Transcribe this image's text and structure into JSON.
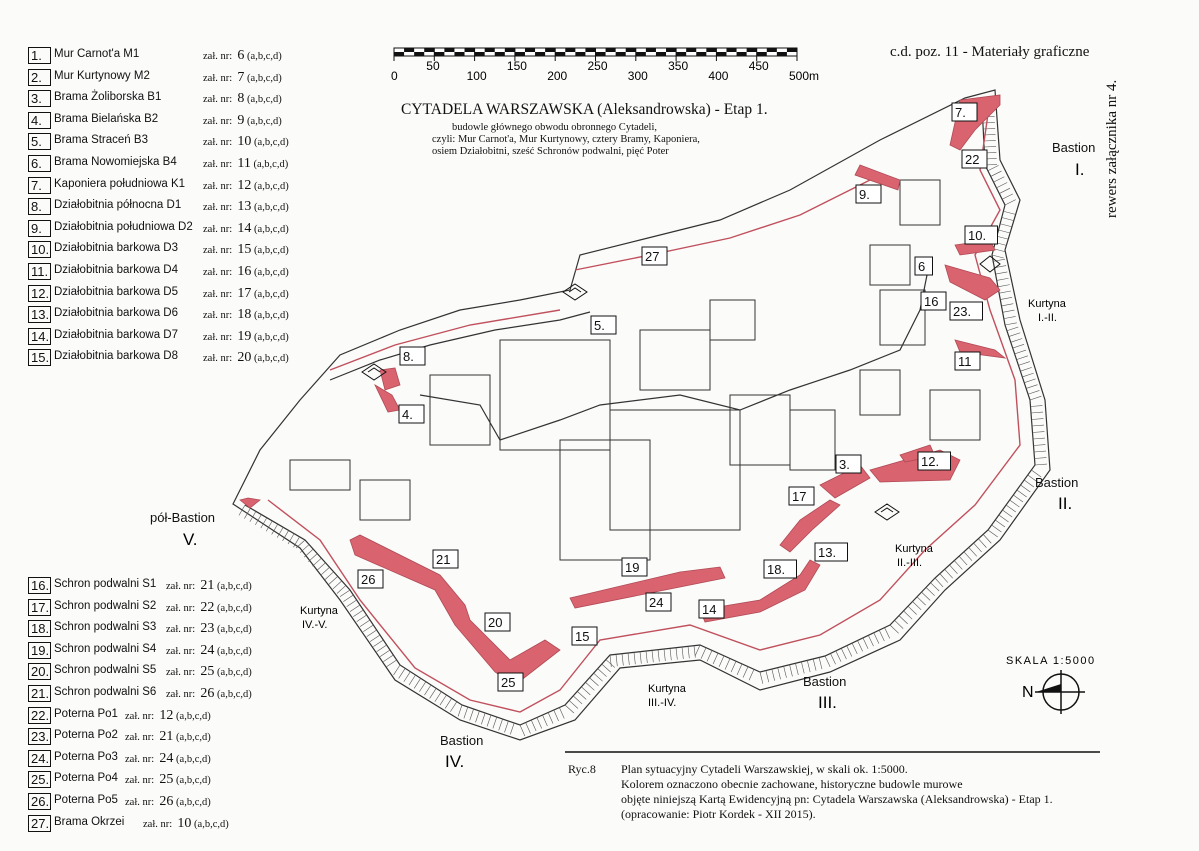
{
  "header_right": "c.d. poz. 11 - Materiały graficzne",
  "side_note": "rewers załącznika nr 4.",
  "title": "CYTADELA WARSZAWSKA (Aleksandrowska) - Etap 1.",
  "subtitle_lines": [
    "budowle głównego obwodu obronnego Cytadeli,",
    "czyli: Mur Carnot'a, Mur Kurtynowy, cztery Bramy, Kaponiera,",
    "osiem Działobitni, sześć Schronów podwalni, pięć Poter"
  ],
  "scale_bar": {
    "ticks": [
      "0",
      "50",
      "100",
      "150",
      "200",
      "250",
      "300",
      "350",
      "400",
      "450",
      "500m"
    ]
  },
  "scale_text": "SKALA 1:5000",
  "north_label": "N",
  "legend_top": [
    {
      "n": "1.",
      "name": "Mur Carnot'a M1",
      "zal": "zał. nr:",
      "num": "6",
      "sub": "(a,b,c,d)"
    },
    {
      "n": "2.",
      "name": "Mur Kurtynowy M2",
      "zal": "zał. nr:",
      "num": "7",
      "sub": "(a,b,c,d)"
    },
    {
      "n": "3.",
      "name": "Brama Żoliborska B1",
      "zal": "zał. nr:",
      "num": "8",
      "sub": "(a,b,c,d)"
    },
    {
      "n": "4.",
      "name": "Brama Bielańska B2",
      "zal": "zał. nr:",
      "num": "9",
      "sub": "(a,b,c,d)"
    },
    {
      "n": "5.",
      "name": "Brama Straceń B3",
      "zal": "zał. nr:",
      "num": "10",
      "sub": "(a,b,c,d)"
    },
    {
      "n": "6.",
      "name": "Brama Nowomiejska B4",
      "zal": "zał. nr:",
      "num": "11",
      "sub": "(a,b,c,d)"
    },
    {
      "n": "7.",
      "name": "Kaponiera południowa K1",
      "zal": "zał. nr:",
      "num": "12",
      "sub": "(a,b,c,d)"
    },
    {
      "n": "8.",
      "name": "Działobitnia północna D1",
      "zal": "zał. nr:",
      "num": "13",
      "sub": "(a,b,c,d)"
    },
    {
      "n": "9.",
      "name": "Działobitnia południowa D2",
      "zal": "zał. nr:",
      "num": "14",
      "sub": "(a,b,c,d)"
    },
    {
      "n": "10.",
      "name": "Działobitnia barkowa D3",
      "zal": "zał. nr:",
      "num": "15",
      "sub": "(a,b,c,d)"
    },
    {
      "n": "11.",
      "name": "Działobitnia barkowa D4",
      "zal": "zał. nr:",
      "num": "16",
      "sub": "(a,b,c,d)"
    },
    {
      "n": "12.",
      "name": "Działobitnia barkowa D5",
      "zal": "zał. nr:",
      "num": "17",
      "sub": "(a,b,c,d)"
    },
    {
      "n": "13.",
      "name": "Działobitnia barkowa D6",
      "zal": "zał. nr:",
      "num": "18",
      "sub": "(a,b,c,d)"
    },
    {
      "n": "14.",
      "name": "Działobitnia barkowa D7",
      "zal": "zał. nr:",
      "num": "19",
      "sub": "(a,b,c,d)"
    },
    {
      "n": "15.",
      "name": "Działobitnia barkowa D8",
      "zal": "zał. nr:",
      "num": "20",
      "sub": "(a,b,c,d)"
    }
  ],
  "legend_bottom": [
    {
      "n": "16.",
      "name": "Schron podwalni S1",
      "zal": "zał. nr:",
      "num": "21",
      "sub": "(a,b,c,d)"
    },
    {
      "n": "17.",
      "name": "Schron podwalni S2",
      "zal": "zał. nr:",
      "num": "22",
      "sub": "(a,b,c,d)"
    },
    {
      "n": "18.",
      "name": "Schron podwalni S3",
      "zal": "zał. nr:",
      "num": "23",
      "sub": "(a,b,c,d)"
    },
    {
      "n": "19.",
      "name": "Schron podwalni S4",
      "zal": "zał. nr:",
      "num": "24",
      "sub": "(a,b,c,d)"
    },
    {
      "n": "20.",
      "name": "Schron podwalni S5",
      "zal": "zał. nr:",
      "num": "25",
      "sub": "(a,b,c,d)"
    },
    {
      "n": "21.",
      "name": "Schron podwalni S6",
      "zal": "zał. nr:",
      "num": "26",
      "sub": "(a,b,c,d)"
    },
    {
      "n": "22.",
      "name": "Poterna Po1",
      "zal": "zał. nr:",
      "num": "12",
      "sub": "(a,b,c,d)"
    },
    {
      "n": "23.",
      "name": "Poterna Po2",
      "zal": "zał. nr:",
      "num": "21",
      "sub": "(a,b,c,d)"
    },
    {
      "n": "24.",
      "name": "Poterna Po3",
      "zal": "zał. nr:",
      "num": "24",
      "sub": "(a,b,c,d)"
    },
    {
      "n": "25.",
      "name": "Poterna Po4",
      "zal": "zał. nr:",
      "num": "25",
      "sub": "(a,b,c,d)"
    },
    {
      "n": "26.",
      "name": "Poterna Po5",
      "zal": "zał. nr:",
      "num": "26",
      "sub": "(a,b,c,d)"
    },
    {
      "n": "27.",
      "name": "Brama Okrzei",
      "zal": "zał. nr:",
      "num": "10",
      "sub": "(a,b,c,d)"
    }
  ],
  "map_labels": {
    "bastion_1": "Bastion",
    "bastion_1_num": "I.",
    "bastion_2": "Bastion",
    "bastion_2_num": "II.",
    "bastion_3": "Bastion",
    "bastion_3_num": "III.",
    "bastion_4": "Bastion",
    "bastion_4_num": "IV.",
    "bastion_5": "pół-Bastion",
    "bastion_5_num": "V.",
    "kurtyna_1": "Kurtyna",
    "kurtyna_1_sub": "I.-II.",
    "kurtyna_2": "Kurtyna",
    "kurtyna_2_sub": "II.-III.",
    "kurtyna_3": "Kurtyna",
    "kurtyna_3_sub": "III.-IV.",
    "kurtyna_4": "Kurtyna",
    "kurtyna_4_sub": "IV.-V."
  },
  "map_markers": [
    "3.",
    "4.",
    "5.",
    "6",
    "7.",
    "8.",
    "9.",
    "10.",
    "11",
    "12.",
    "13.",
    "14",
    "15",
    "16",
    "17",
    "18.",
    "19",
    "20",
    "21",
    "22",
    "23.",
    "24",
    "25",
    "26",
    "27"
  ],
  "caption": {
    "ryc": "Ryc.8",
    "line1": "Plan sytuacyjny Cytadeli Warszawskiej, w skali ok. 1:5000.",
    "line2": "Kolorem oznaczono obecnie zachowane, historyczne budowle murowe",
    "line3": "objęte niniejszą Kartą Ewidencyjną pn:  Cytadela Warszawska (Aleksandrowska) - Etap 1.",
    "line4": "(opracowanie:  Piotr Kordek - XII 2015)."
  },
  "colors": {
    "highlight": "#d9636f",
    "outline": "#c0505c",
    "ink": "#111111"
  }
}
